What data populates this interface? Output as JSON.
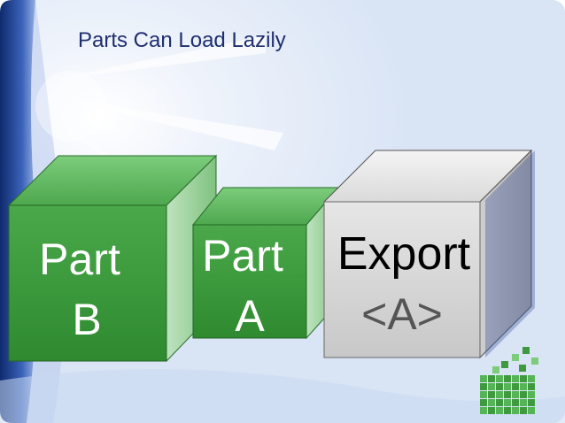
{
  "slide": {
    "title": "Parts Can Load Lazily"
  },
  "blocks": {
    "part_b": {
      "line1": "Part",
      "line2": "B"
    },
    "part_a": {
      "line1": "Part",
      "line2": "A"
    },
    "export": {
      "line1": "Export",
      "line2": "<A>"
    }
  },
  "colors": {
    "background": "#dce8f8",
    "title": "#1f2f6e",
    "green_front": "#3d9b3d",
    "green_top": "#5fb85f",
    "green_side": "#2a7a2a",
    "gray_front": "#d4d4d4",
    "gray_top": "#ececec",
    "gray_side": "#a8a8a8",
    "export_text": "#000000",
    "export_tag": "#555555"
  },
  "icons": [
    "green-cube-stack-icon"
  ]
}
